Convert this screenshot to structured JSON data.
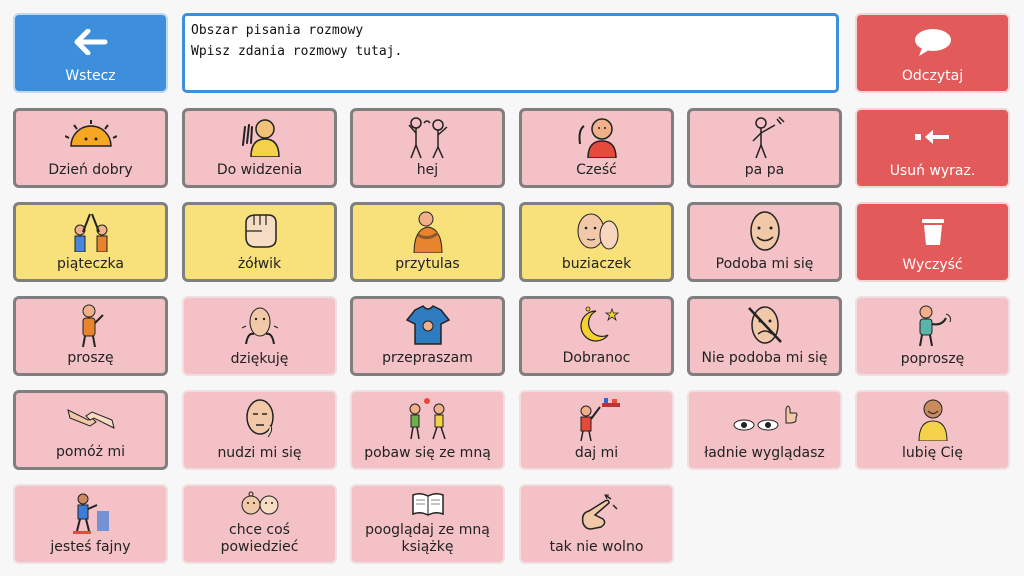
{
  "top": {
    "back_label": "Wstecz",
    "read_label": "Odczytaj",
    "textarea_title": "Obszar pisania rozmowy",
    "textarea_placeholder": "Wpisz zdania rozmowy tutaj."
  },
  "side": {
    "delete_word_label": "Usuń wyraz.",
    "clear_label": "Wyczyść"
  },
  "tiles": [
    {
      "label": "Dzień dobry",
      "icon": "sun-icon"
    },
    {
      "label": "Do widzenia",
      "icon": "waving-person-icon"
    },
    {
      "label": "hej",
      "icon": "hello-figures-icon"
    },
    {
      "label": "Cześć",
      "icon": "greeting-man-icon"
    },
    {
      "label": "pa pa",
      "icon": "bye-bye-figure-icon"
    },
    {
      "label": "piąteczka",
      "icon": "high-five-icon"
    },
    {
      "label": "żółwik",
      "icon": "fist-bump-icon"
    },
    {
      "label": "przytulas",
      "icon": "hug-icon"
    },
    {
      "label": "buziaczek",
      "icon": "kiss-icon"
    },
    {
      "label": "Podoba mi się",
      "icon": "smiling-face-icon"
    },
    {
      "label": "proszę",
      "icon": "please-figure-icon"
    },
    {
      "label": "dziękuję",
      "icon": "thank-you-face-icon"
    },
    {
      "label": "przepraszam",
      "icon": "sorry-shirt-icon"
    },
    {
      "label": "Dobranoc",
      "icon": "moon-stars-icon"
    },
    {
      "label": "Nie podoba mi się",
      "icon": "dislike-face-icon"
    },
    {
      "label": "poproszę",
      "icon": "request-figure-icon"
    },
    {
      "label": "pomóż mi",
      "icon": "helping-hands-icon"
    },
    {
      "label": "nudzi mi się",
      "icon": "bored-face-icon"
    },
    {
      "label": "pobaw się ze mną",
      "icon": "playing-kids-icon"
    },
    {
      "label": "daj mi",
      "icon": "give-me-figure-icon"
    },
    {
      "label": "ładnie wyglądasz",
      "icon": "eyes-thumbs-up-icon"
    },
    {
      "label": "lubię Cię",
      "icon": "like-you-person-icon"
    },
    {
      "label": "jesteś fajny",
      "icon": "skater-icon"
    },
    {
      "label": "chce coś powiedzieć",
      "icon": "talking-faces-icon"
    },
    {
      "label": "pooglądaj ze mną książkę",
      "icon": "open-book-icon"
    },
    {
      "label": "tak nie wolno",
      "icon": "no-finger-icon"
    }
  ]
}
